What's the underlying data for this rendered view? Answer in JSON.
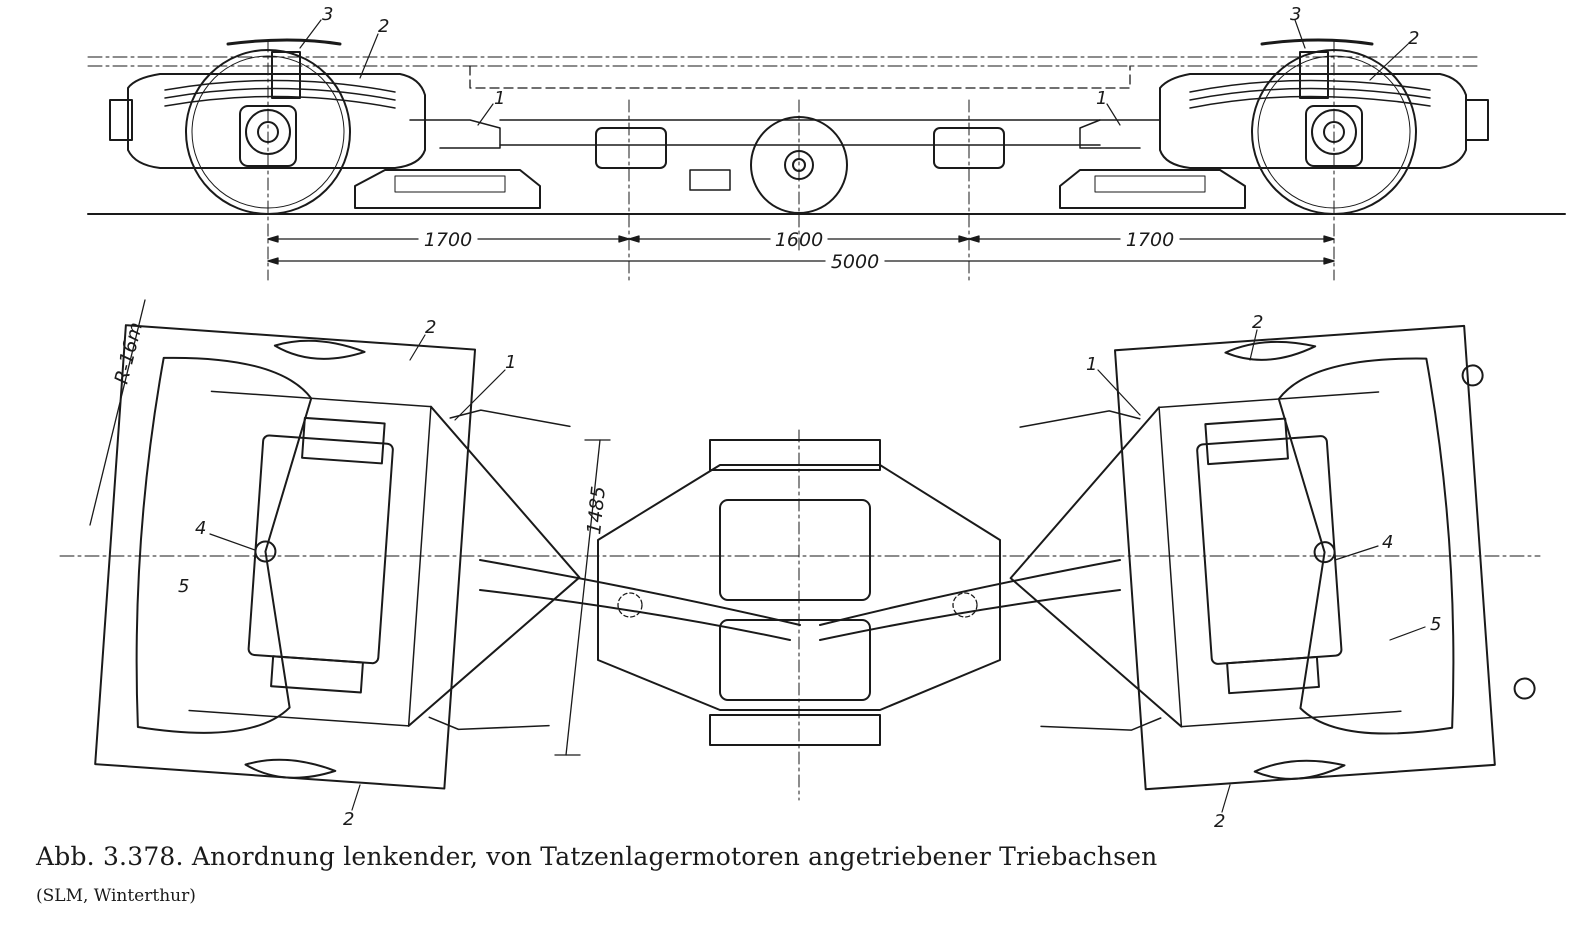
{
  "figure": {
    "caption": "Abb. 3.378. Anordnung lenkender, von Tatzenlagermotoren angetriebener Triebachsen",
    "source": "(SLM, Winterthur)"
  },
  "side_view": {
    "dimensions": {
      "left": "1700",
      "middle": "1600",
      "right": "1700",
      "total": "5000"
    },
    "callouts": {
      "left_1": "1",
      "left_2": "2",
      "left_3": "3",
      "right_1": "1",
      "right_2": "2",
      "right_3": "3"
    }
  },
  "plan_view": {
    "radius_label": "R-16m",
    "dimension_1485": "1485",
    "callouts": {
      "left_top_2": "2",
      "left_1": "1",
      "left_4": "4",
      "left_5": "5",
      "left_bottom_2": "2",
      "right_top_2": "2",
      "right_1": "1",
      "right_4": "4",
      "right_5": "5",
      "right_bottom_2": "2"
    }
  },
  "colors": {
    "ink": "#1a1a1a",
    "paper": "#ffffff"
  }
}
